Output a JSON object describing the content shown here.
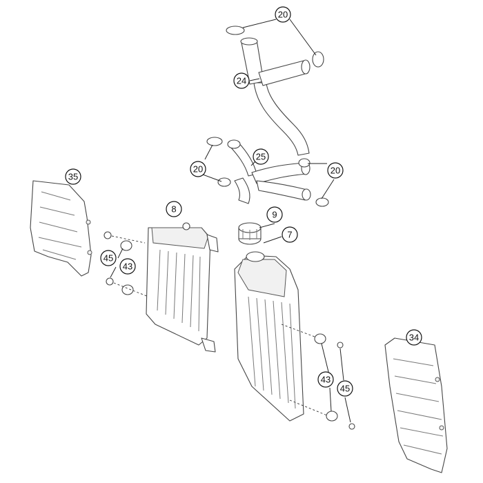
{
  "callouts": [
    {
      "id": "c20a",
      "label": "20"
    },
    {
      "id": "c24",
      "label": "24"
    },
    {
      "id": "c25",
      "label": "25"
    },
    {
      "id": "c20b",
      "label": "20"
    },
    {
      "id": "c20c",
      "label": "20"
    },
    {
      "id": "c35",
      "label": "35"
    },
    {
      "id": "c8",
      "label": "8"
    },
    {
      "id": "c9",
      "label": "9"
    },
    {
      "id": "c7",
      "label": "7"
    },
    {
      "id": "c45a",
      "label": "45"
    },
    {
      "id": "c43a",
      "label": "43"
    },
    {
      "id": "c34",
      "label": "34"
    },
    {
      "id": "c43b",
      "label": "43"
    },
    {
      "id": "c45b",
      "label": "45"
    }
  ]
}
